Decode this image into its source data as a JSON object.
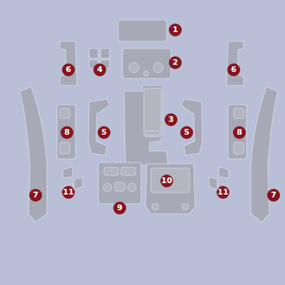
{
  "diagram": {
    "labels": [
      "1",
      "2",
      "6",
      "4",
      "6",
      "3",
      "8",
      "5",
      "5",
      "8",
      "10",
      "11",
      "11",
      "7",
      "7",
      "9"
    ]
  }
}
